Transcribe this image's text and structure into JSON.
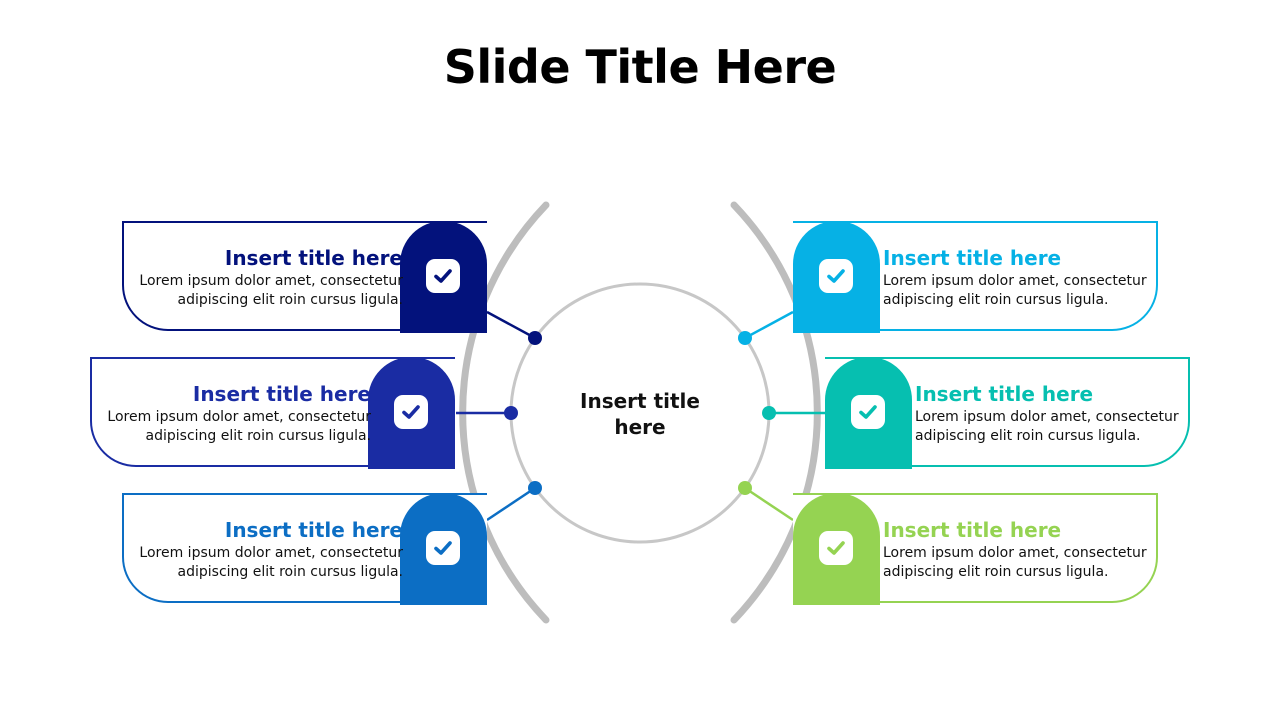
{
  "slide": {
    "title": "Slide Title Here"
  },
  "center": {
    "label": "Insert title here"
  },
  "items": [
    {
      "title": "Insert title here",
      "text": "Lorem ipsum dolor amet, consectetur adipiscing elit roin cursus ligula.",
      "color": "#03127C",
      "icon": "check-icon"
    },
    {
      "title": "Insert title here",
      "text": "Lorem ipsum dolor amet, consectetur adipiscing elit roin cursus ligula.",
      "color": "#1A2CA3",
      "icon": "check-icon"
    },
    {
      "title": "Insert title here",
      "text": "Lorem ipsum dolor amet, consectetur adipiscing elit roin cursus ligula.",
      "color": "#0C6EC4",
      "icon": "check-icon"
    },
    {
      "title": "Insert title here",
      "text": "Lorem ipsum dolor amet, consectetur adipiscing elit roin cursus ligula.",
      "color": "#06B1E5",
      "icon": "check-icon"
    },
    {
      "title": "Insert title here",
      "text": "Lorem ipsum dolor amet, consectetur adipiscing elit roin cursus ligula.",
      "color": "#06BFB0",
      "icon": "check-icon"
    },
    {
      "title": "Insert title here",
      "text": "Lorem ipsum dolor amet, consectetur adipiscing elit roin cursus ligula.",
      "color": "#95D352",
      "icon": "check-icon"
    }
  ],
  "colors": {
    "ring": "#C7C7C7",
    "arc": "#BDBDBD"
  }
}
